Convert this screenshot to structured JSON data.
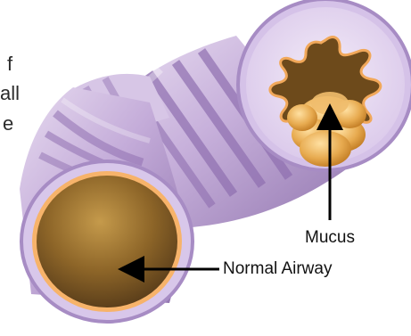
{
  "partial_text": {
    "line1": "f",
    "line2": "all",
    "line3": "e"
  },
  "labels": {
    "mucus": "Mucus",
    "normal_airway": "Normal Airway"
  },
  "colors": {
    "airway_wall": "#c9b2dd",
    "airway_stripe": "#9a7bb8",
    "airway_lumen": "#6a4a20",
    "mucus": "#e8b15a",
    "arrow": "#000000"
  }
}
